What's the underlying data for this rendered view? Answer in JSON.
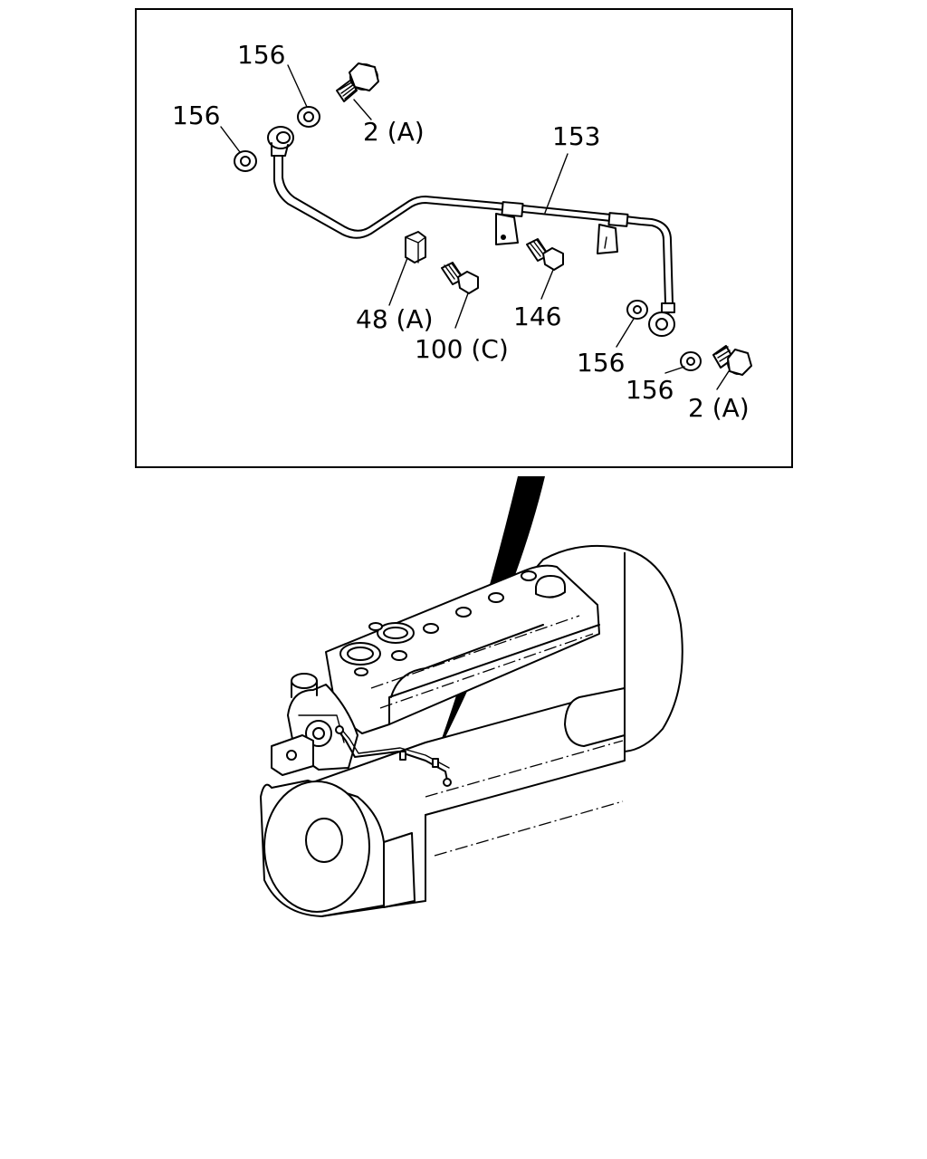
{
  "callouts": {
    "c156_top": "156",
    "c156_left": "156",
    "c2a_top": "2 (A)",
    "c153": "153",
    "c48a": "48 (A)",
    "c100c": "100 (C)",
    "c146": "146",
    "c156_br1": "156",
    "c156_br2": "156",
    "c2a_bottom": "2 (A)"
  }
}
